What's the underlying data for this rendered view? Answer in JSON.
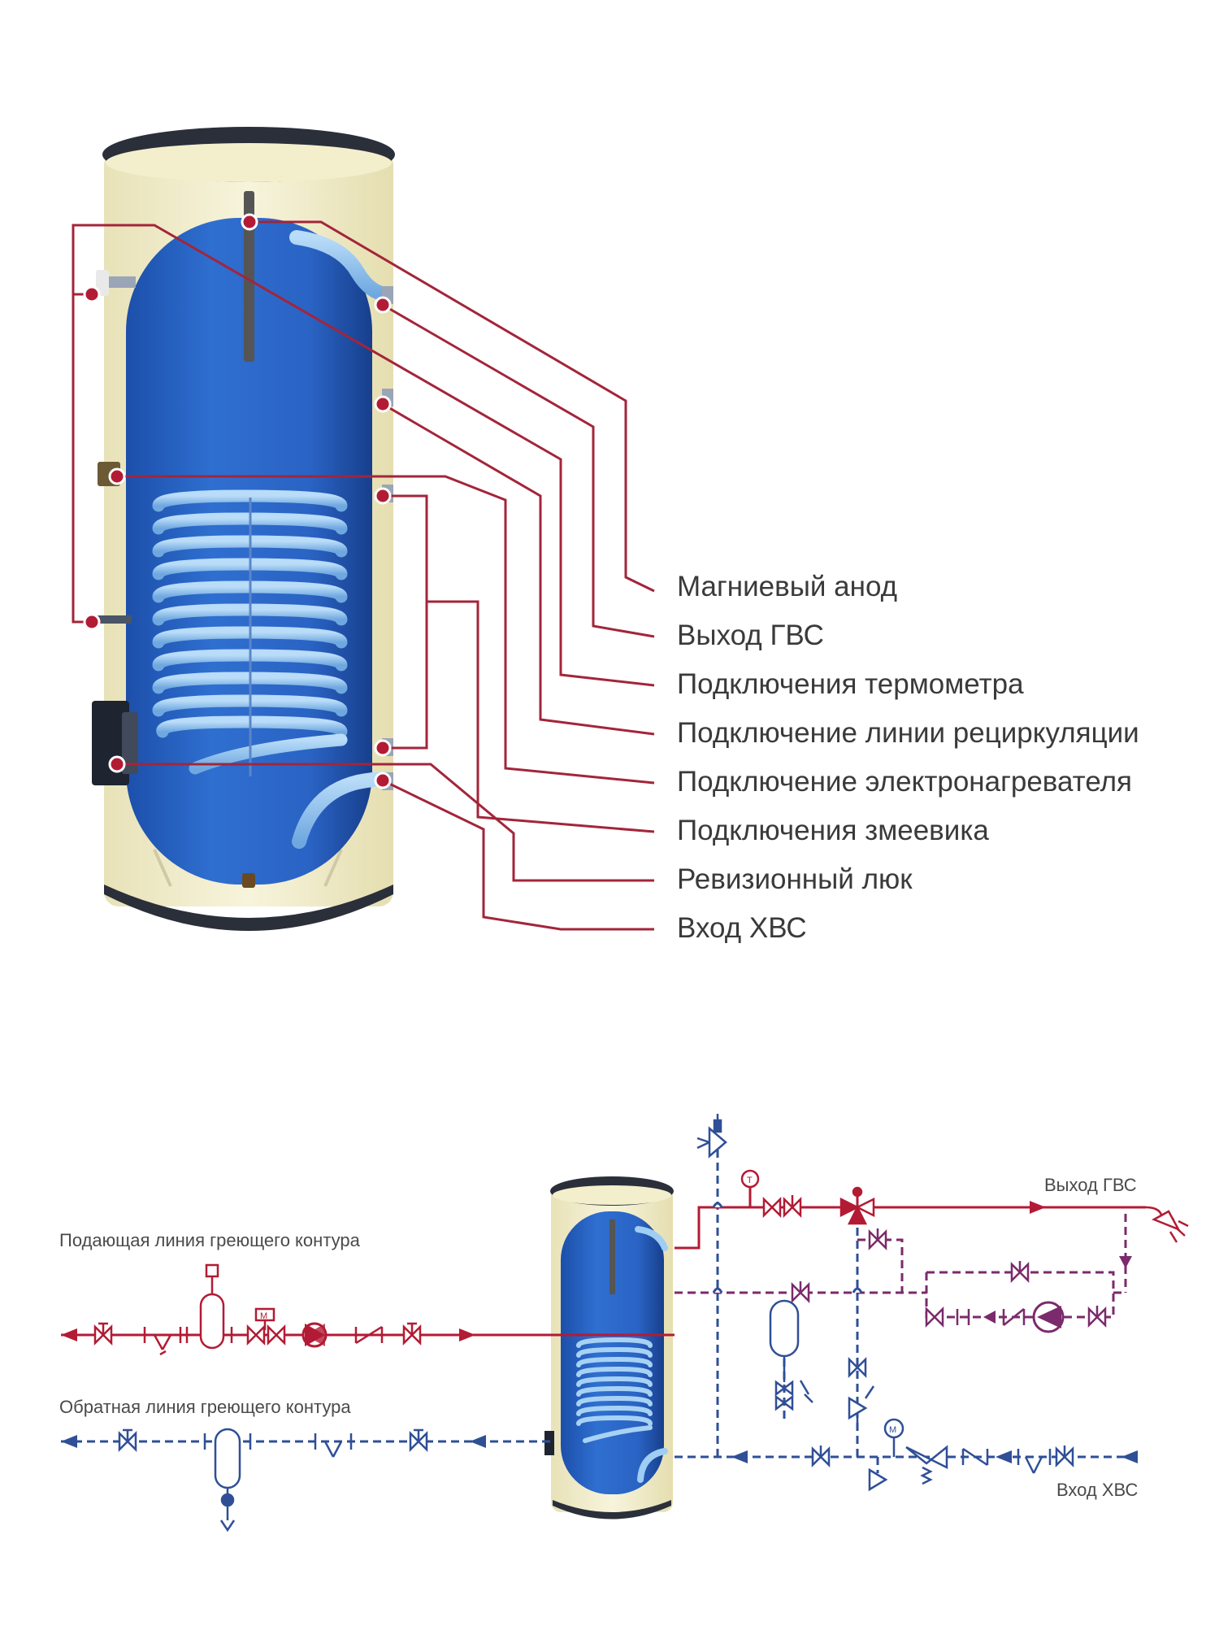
{
  "top_labels": [
    "Магниевый анод",
    "Выход ГВС",
    "Подключения термометра",
    "Подключение линии рециркуляции",
    "Подключение электронагревателя",
    "Подключения змеевика",
    "Ревизионный люк",
    "Вход ХВС"
  ],
  "schematic_labels": {
    "supply": "Подающая линия греющего контура",
    "return": "Обратная линия греющего контура",
    "dhw_out": "Выход ГВС",
    "cold_in": "Вход ХВС",
    "thermometer_letter": "T",
    "valve_m_letter": "M",
    "gauge_letter": "M"
  },
  "colors": {
    "leader": "#a3253a",
    "hot": "#b31b34",
    "cold": "#2f4f97",
    "recirc": "#7b2a6b",
    "tank_blue": "#2a63c4",
    "tank_cream": "#f3efcc",
    "coil": "#8fc3ef"
  }
}
